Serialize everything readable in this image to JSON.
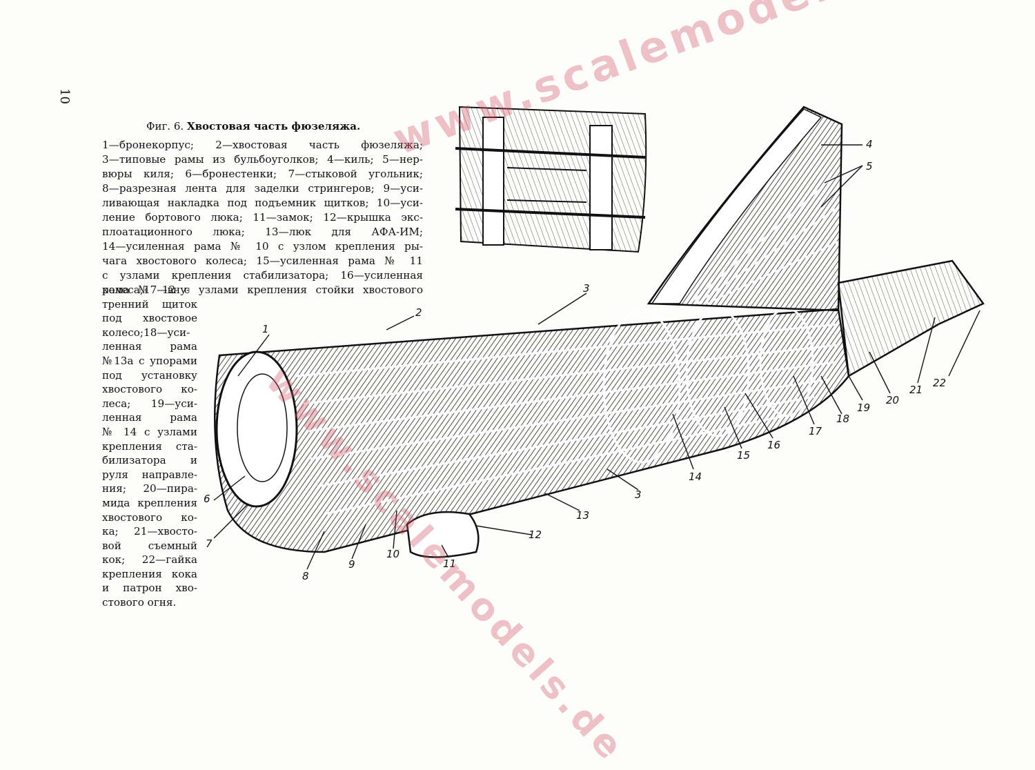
{
  "page_number": "10",
  "caption": {
    "prefix": "Фиг. 6.",
    "title": "Хвостовая часть фюзеляжа."
  },
  "legend_top_lines": [
    "1—бронекорпус; 2—хвостовая часть фюзеляжа;",
    "3—типовые рамы из бульбоуголков; 4—киль; 5—нер-",
    "вюры киля; 6—бронестенки; 7—стыковой угольник;",
    "8—разрезная лента для заделки стрингеров; 9—уси-",
    "ливающая накладка под подъемник щитков; 10—уси-",
    "ление бортового люка; 11—замок; 12—крышка экс-",
    "плоатационного люка; 13—люк для АФА-ИМ;",
    "14—усиленная рама № 10 с узлом крепления ры-",
    "чага хвостового колеса; 15—усиленная рама № 11",
    "с узлами крепления стабилизатора; 16—усиленная",
    "рама № 12 с узлами крепления стойки хвостового"
  ],
  "legend_column_lines": [
    "колеса;17—вну-",
    "тренний щиток",
    "под хвостовое",
    "колесо;18—уси-",
    "ленная рама",
    "№13а с упорами",
    "под установку",
    "хвостового ко-",
    "леса; 19—уси-",
    "ленная рама",
    "№ 14 с узлами",
    "крепления ста-",
    "билизатора и",
    "руля направле-",
    "ния; 20—пира-",
    "мида крепления",
    "хвостового ко-",
    "ка; 21—хвосто-",
    "вой съемный",
    "кок; 22—гайка",
    "крепления кока",
    "и патрон хво-",
    "стового огня."
  ],
  "callouts": {
    "c1": "1",
    "c2": "2",
    "c3a": "3",
    "c3b": "3",
    "c4": "4",
    "c5": "5",
    "c6": "6",
    "c7": "7",
    "c8": "8",
    "c9": "9",
    "c10": "10",
    "c11": "11",
    "c12": "12",
    "c13": "13",
    "c14": "14",
    "c15": "15",
    "c16": "16",
    "c17": "17",
    "c18": "18",
    "c19": "19",
    "c20": "20",
    "c21": "21",
    "c22": "22"
  },
  "watermark": {
    "line1": "www.scalemodels.de",
    "line2": "www.scalemodels.de"
  },
  "colors": {
    "ink": "#111111",
    "watermark": "#cd505f"
  }
}
